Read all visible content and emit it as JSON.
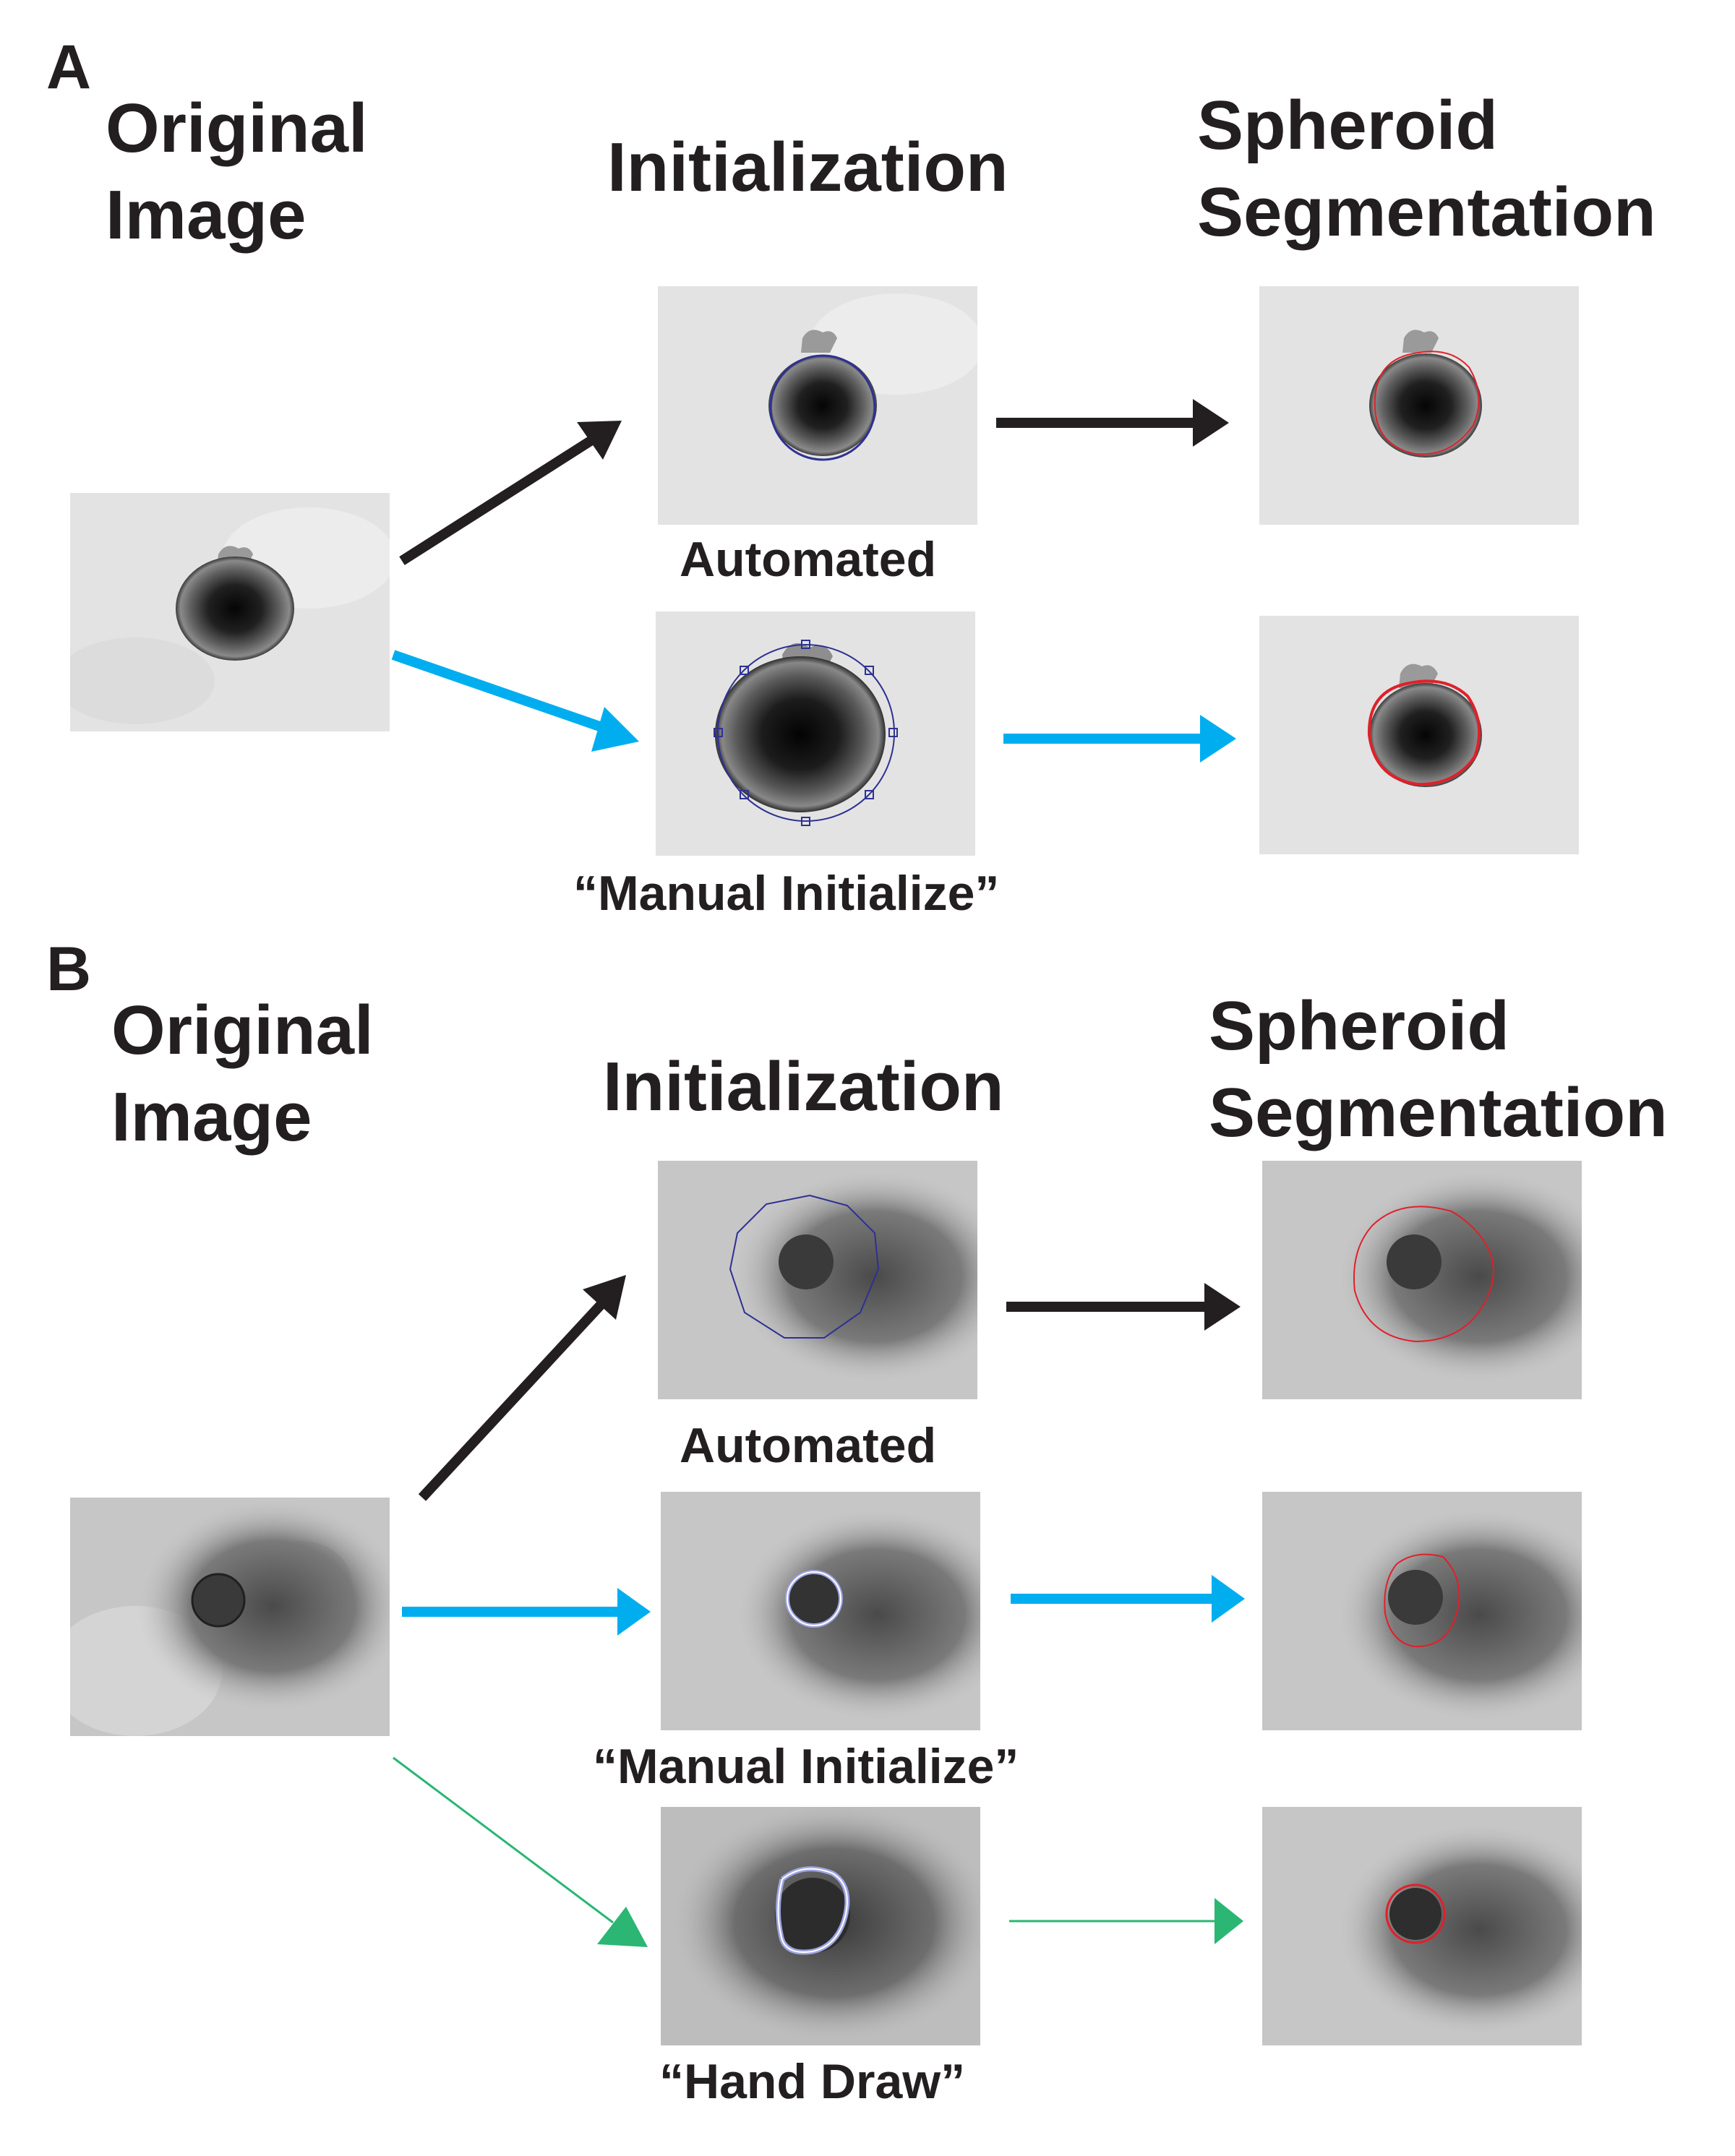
{
  "panels": [
    {
      "letter": "A",
      "col_original": [
        "Original",
        "Image"
      ],
      "col_init": "Initialization",
      "col_seg": [
        "Spheroid",
        "Segmentation"
      ],
      "captions": {
        "automated": "Automated",
        "manual": "“Manual Initialize”"
      }
    },
    {
      "letter": "B",
      "col_original": [
        "Original",
        "Image"
      ],
      "col_init": "Initialization",
      "col_seg": [
        "Spheroid",
        "Segmentation"
      ],
      "captions": {
        "automated": "Automated",
        "manual": "“Manual Initialize”",
        "hand": "“Hand Draw”"
      }
    }
  ],
  "colors": {
    "automated_arrow": "#231f20",
    "manual_arrow": "#00aeef",
    "hand_arrow": "#2bb673",
    "init_contour": "#2e3192",
    "seg_contour": "#e0202a"
  }
}
